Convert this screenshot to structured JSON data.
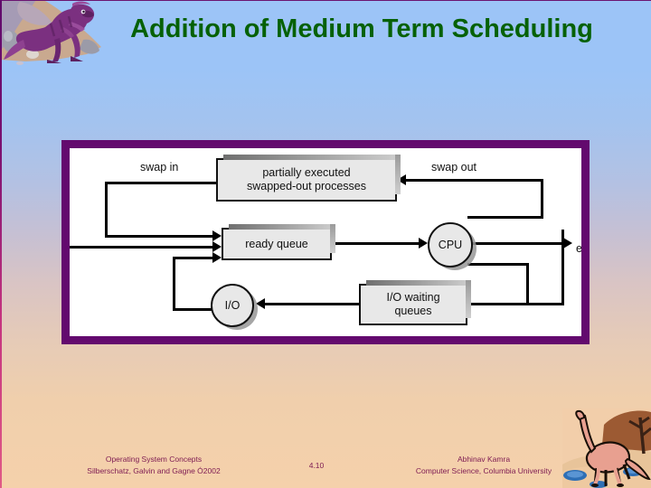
{
  "slide": {
    "title": "Addition of Medium Term Scheduling",
    "title_color": "#066106",
    "border_color": "#630a6e",
    "background_top": "#9cc4f7",
    "background_bottom": "#f5d1ab"
  },
  "diagram": {
    "name": "medium-term-scheduling-queueing-diagram",
    "labels": {
      "swap_in": "swap in",
      "swap_out": "swap out",
      "end": "end"
    },
    "nodes": [
      {
        "id": "swapped",
        "label": "partially executed\nswapped-out processes",
        "line1": "partially executed",
        "line2": "swapped-out processes",
        "shape": "box"
      },
      {
        "id": "ready",
        "label": "ready queue",
        "shape": "box"
      },
      {
        "id": "cpu",
        "label": "CPU",
        "shape": "circle"
      },
      {
        "id": "io",
        "label": "I/O",
        "shape": "circle"
      },
      {
        "id": "iowait",
        "label": "I/O waiting\nqueues",
        "line1": "I/O waiting",
        "line2": "queues",
        "shape": "box"
      }
    ]
  },
  "footer": {
    "book_title": "Operating System Concepts",
    "book_authors": "Silberschatz, Galvin and  Gagne Ó2002",
    "page_number": "4.10",
    "author_name": "Abhinav Kamra",
    "author_affiliation": "Computer Science, Columbia University",
    "text_color": "#7d1a52"
  },
  "decorations": {
    "top_left_image": "dinosaur-tyrannosaur-on-rock",
    "bottom_right_image": "dinosaur-sauropod-on-sand"
  }
}
